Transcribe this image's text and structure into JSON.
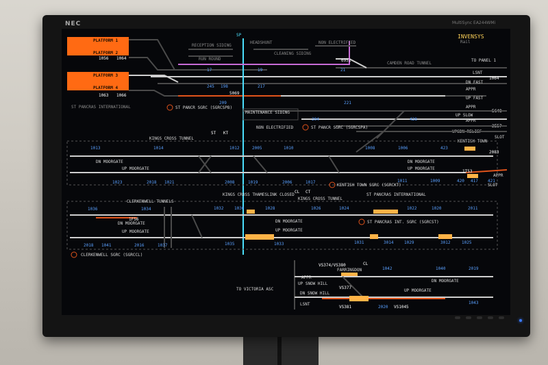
{
  "monitor": {
    "brand": "NEC",
    "model": "MultiSync EA244WMi"
  },
  "header": {
    "title": "INVENSYS",
    "subtitle": "Rail"
  },
  "platforms": [
    {
      "label": "PLATFORM 1"
    },
    {
      "label": "PLATFORM 2"
    },
    {
      "label": "PLATFORM 3"
    },
    {
      "label": "PLATFORM 4"
    }
  ],
  "platform_ids": {
    "p1": "1056",
    "p2": "1064",
    "p3": "1063",
    "p4": "1066"
  },
  "sidings": {
    "reception": "RECEPTION SIDING",
    "run_round": "RUN ROUND",
    "headshunt": "HEADSHUNT",
    "cleaning": "CLEANING SIDING",
    "non_elec_top": "NON ELECTRIFIED",
    "maintenance": "MAINTENANCE SIDING",
    "non_elec_mid": "NON ELECTRIFIED",
    "camden": "CAMDEN ROAD TUNNEL"
  },
  "labels": {
    "st_pancras_intl": "ST PANCRAS INTERNATIONAL",
    "sp_sgrc": "ST PANCR SGRC (SGRCSPB)",
    "sp_sgrc2": "ST PANCR SGRC (SGRCSPA)",
    "kings_cross_tunnel": "KINGS CROSS TUNNEL",
    "kentish_town": "KENTISH TOWN",
    "kentish_town_sgrc": "KENTISH TOWN SGRC (SGRCKT)",
    "clerkenwell": "CLERKENWELL TUNNELS",
    "kings_cross_closed": "KINGS CROSS THAMESLINK CLOSED",
    "kings_cross_tunnel2": "KINGS CROSS TUNNEL",
    "st_pancras_international2": "ST PANCRAS INTERNATIONAL",
    "st_pancras_int_sgrc": "ST PANCRAS INT. SGRC (SGRCST)",
    "clerkenwell_sgrc": "CLERKENWELL SGRC (SGRCCL)",
    "to_victoria": "TO VICTORIA ASC",
    "farringdon": "FARRINGDON",
    "to_panel": "TO PANEL 1"
  },
  "lines": {
    "dn_moorgate": "DN MOORGATE",
    "up_moorgate": "UP MOORGATE",
    "dn_fast": "DN FAST",
    "up_fast": "UP FAST",
    "up_slow": "UP SLOW",
    "upsdn_relief": "UPSDN RELIEF",
    "up_snow_hill": "UP SNOW HILL",
    "dn_snow_hill": "DN SNOW HILL",
    "appr": "APPR",
    "lsnt": "LSNT",
    "slot": "SLOT"
  },
  "berths": {
    "b6951": "6951",
    "b5069": "5069",
    "b1013": "1013",
    "b1014": "1014",
    "b1012": "1012",
    "b2005": "2005",
    "b1010": "1010",
    "b1008": "1008",
    "b1006": "1006",
    "b1023": "1023",
    "b2018": "2018",
    "b1021": "1021",
    "b2008": "2008",
    "b1019": "1019",
    "b2006": "2006",
    "b1017": "1017",
    "b1011": "1011",
    "b1009": "1009",
    "b1036": "1036",
    "b1034": "1034",
    "b1032": "1032",
    "b1030": "1030",
    "b1028": "1028",
    "b1026": "1026",
    "b1024": "1024",
    "b1022": "1022",
    "b1020": "1020",
    "b2011": "2011",
    "b2018b": "2018",
    "b1041": "1041",
    "b2016": "2016",
    "b1037": "1037",
    "b1035": "1035",
    "b1033": "1033",
    "b1031": "1031",
    "b3014": "3014",
    "b1029": "1029",
    "b3012": "3012",
    "b1025": "1025",
    "b1042": "1042",
    "b1040": "1040",
    "b2019": "2019",
    "b2020": "2020",
    "b1043": "1043"
  },
  "signals": {
    "sp": "SP",
    "st": "ST",
    "kt": "KT",
    "cl": "CL",
    "ct": "CT",
    "vs374": "VS374/VS380",
    "vs377": "VS377",
    "vs381": "VS381",
    "vs1045": "VS1045",
    "ts48": "5C48",
    "ts57": "2E57",
    "ts1064": "1064",
    "ts2083": "2083",
    "ts1f56": "1F56",
    "ts1t53": "1T53",
    "s17": "17",
    "s19": "19",
    "s21": "21",
    "s245": "245",
    "s198": "198",
    "s217": "217",
    "s209": "209",
    "s221": "221",
    "s204": "204",
    "s428": "428",
    "s423": "423",
    "s420": "420",
    "s417": "417",
    "s421": "421"
  },
  "colors": {
    "background": "#06070a",
    "platform_fill": "#ff6a13",
    "track": "#cfcfcf",
    "track_dim": "#4a4a4a",
    "route_orange": "#e2541b",
    "berth_blue": "#5aa0ff",
    "cyan": "#4be0ff",
    "purple": "#c86bd6"
  }
}
